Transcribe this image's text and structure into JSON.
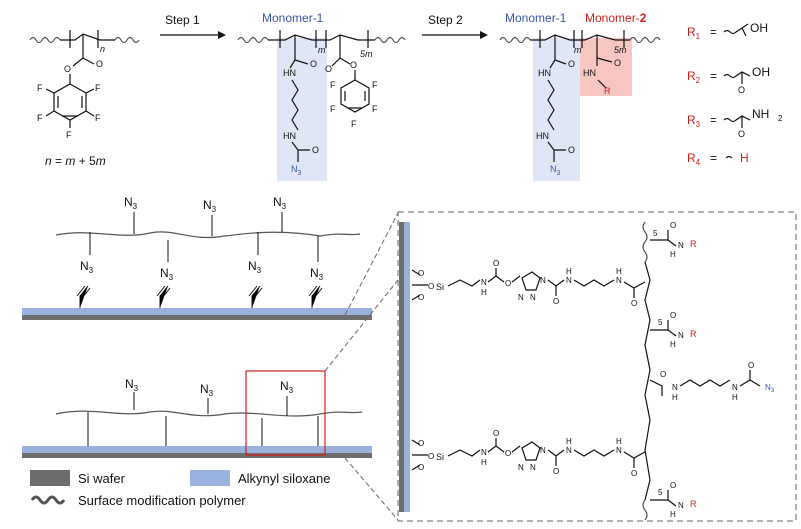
{
  "scheme": {
    "step1_label": "Step 1",
    "step2_label": "Step 2",
    "monomer1_label": "Monomer-1",
    "monomer1_label_b": "Monomer-1",
    "monomer2_text": "Monomer-",
    "monomer2_num": "2",
    "equation_n": "n",
    "equation_eq": " = ",
    "equation_m": "m",
    "equation_plus": " + 5",
    "equation_m2": "m",
    "sub_n": "n",
    "sub_m": "m",
    "sub_5m": "5m",
    "F": "F",
    "O": "O",
    "HN": "HN",
    "N3": "N",
    "three": "3",
    "R": "R"
  },
  "r_groups": [
    {
      "label": "R",
      "sub": "1",
      "eq": "=",
      "group": "OH"
    },
    {
      "label": "R",
      "sub": "2",
      "eq": "=",
      "group": "OH"
    },
    {
      "label": "R",
      "sub": "3",
      "eq": "=",
      "group": "NH"
    },
    {
      "label": "R",
      "sub": "4",
      "eq": "=",
      "group": "H"
    }
  ],
  "legend": {
    "si_wafer": "Si wafer",
    "alkynyl_siloxane": "Alkynyl siloxane",
    "polymer": "Surface modification polymer"
  },
  "detail": {
    "Si": "Si",
    "H": "H",
    "N": "N",
    "O": "O",
    "R": "R",
    "five": "5"
  },
  "colors": {
    "blue_box": "#dfe6f5",
    "red_box": "#f7c6c0",
    "si_wafer": "#6d6d6d",
    "siloxane": "#9bb1dd",
    "highlight_red": "#d0201c",
    "blue_text": "#3a56a8"
  }
}
